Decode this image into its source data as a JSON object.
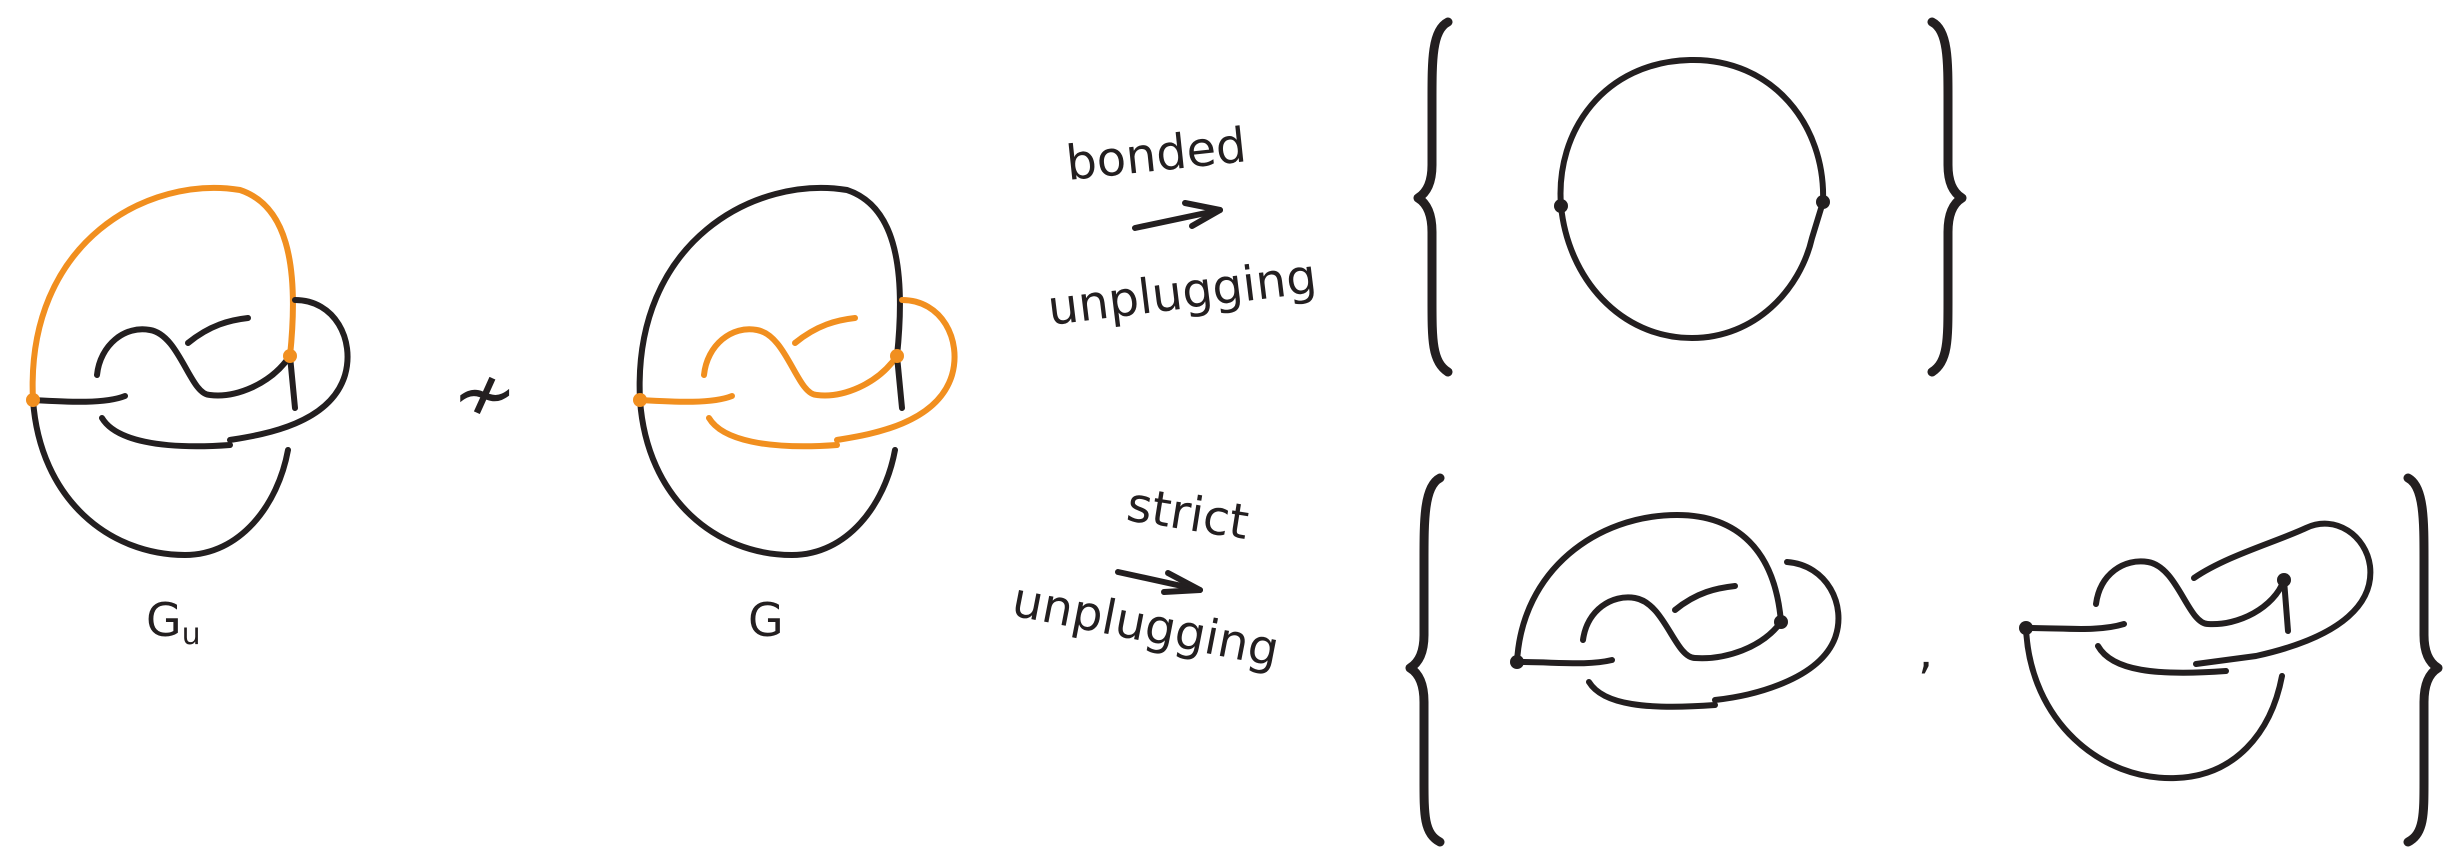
{
  "labels": {
    "graph_left_main": "G",
    "graph_left_sub": "u",
    "graph_middle": "G",
    "not_isomorphic": "≁"
  },
  "arrows": {
    "top_line1": "bonded",
    "top_line2": "unplugging",
    "bottom_line1": "strict",
    "bottom_line2": "unplugging"
  },
  "separators": {
    "comma": ","
  },
  "colors": {
    "ink": "#231f20",
    "highlight": "#f18f1f"
  }
}
